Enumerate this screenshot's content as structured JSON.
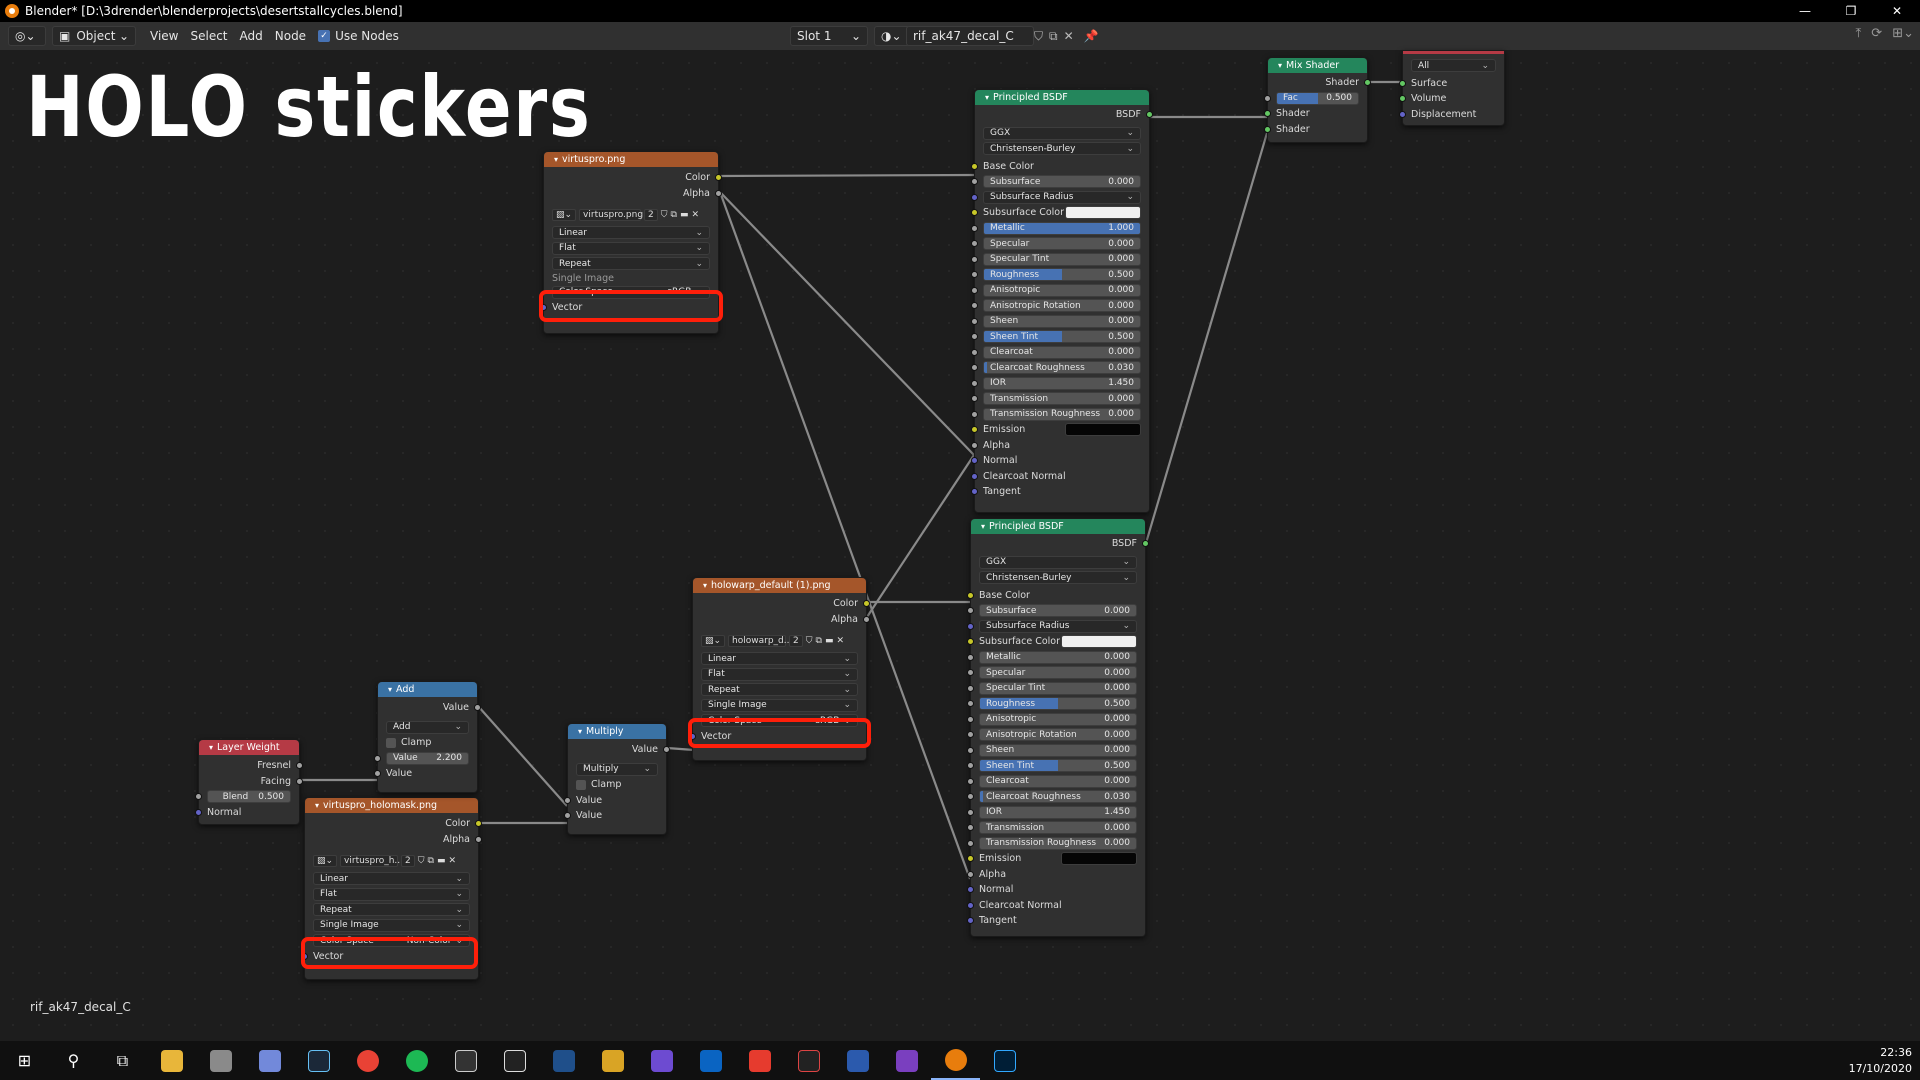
{
  "window": {
    "title": "Blender* [D:\\3drender\\blenderprojects\\desertstallcycles.blend]",
    "controls": [
      "—",
      "❐",
      "✕"
    ]
  },
  "header": {
    "mode": "Object",
    "menus": [
      "View",
      "Select",
      "Add",
      "Node"
    ],
    "use_nodes_label": "Use Nodes",
    "slot": "Slot 1",
    "material": "rif_ak47_decal_C"
  },
  "overlay_title": "HOLO stickers",
  "material_label": "rif_ak47_decal_C",
  "nodes": {
    "tex1": {
      "title": "virtuspro.png",
      "out_color": "Color",
      "out_alpha": "Alpha",
      "image": "virtuspro.png",
      "users": "2",
      "interp": "Linear",
      "proj": "Flat",
      "ext": "Repeat",
      "src_hidden": "Single Image",
      "cs_label": "Color Space",
      "cs_value": "sRGB",
      "vector": "Vector"
    },
    "tex2": {
      "title": "holowarp_default (1).png",
      "out_color": "Color",
      "out_alpha": "Alpha",
      "image": "holowarp_d...",
      "users": "2",
      "interp": "Linear",
      "proj": "Flat",
      "ext": "Repeat",
      "src": "Single Image",
      "cs_label": "Color Space",
      "cs_value": "sRGB",
      "vector": "Vector"
    },
    "tex3": {
      "title": "virtuspro_holomask.png",
      "out_color": "Color",
      "out_alpha": "Alpha",
      "image": "virtuspro_h...",
      "users": "2",
      "interp": "Linear",
      "proj": "Flat",
      "ext": "Repeat",
      "src": "Single Image",
      "cs_label": "Color Space",
      "cs_value": "Non-Color",
      "vector": "Vector"
    },
    "add": {
      "title": "Add",
      "out": "Value",
      "op": "Add",
      "clamp": "Clamp",
      "val_label": "Value",
      "val": "2.200",
      "in": "Value"
    },
    "multiply": {
      "title": "Multiply",
      "out": "Value",
      "op": "Multiply",
      "clamp": "Clamp",
      "in1": "Value",
      "in2": "Value"
    },
    "layer_weight": {
      "title": "Layer Weight",
      "fresnel": "Fresnel",
      "facing": "Facing",
      "blend_label": "Blend",
      "blend": "0.500",
      "normal": "Normal"
    },
    "mix": {
      "title": "Mix Shader",
      "out": "Shader",
      "fac_label": "Fac",
      "fac": "0.500",
      "in1": "Shader",
      "in2": "Shader"
    },
    "output": {
      "target": "All",
      "surface": "Surface",
      "volume": "Volume",
      "displacement": "Displacement"
    },
    "bsdf1": {
      "title": "Principled BSDF",
      "out": "BSDF",
      "dist": "GGX",
      "sss_method": "Christensen-Burley",
      "base_color": "Base Color",
      "fields": [
        {
          "label": "Subsurface",
          "value": "0.000"
        },
        {
          "label": "Subsurface Radius",
          "value": ""
        },
        {
          "label": "Subsurface Color",
          "value": ""
        },
        {
          "label": "Metallic",
          "value": "1.000"
        },
        {
          "label": "Specular",
          "value": "0.000"
        },
        {
          "label": "Specular Tint",
          "value": "0.000"
        },
        {
          "label": "Roughness",
          "value": "0.500"
        },
        {
          "label": "Anisotropic",
          "value": "0.000"
        },
        {
          "label": "Anisotropic Rotation",
          "value": "0.000"
        },
        {
          "label": "Sheen",
          "value": "0.000"
        },
        {
          "label": "Sheen Tint",
          "value": "0.500"
        },
        {
          "label": "Clearcoat",
          "value": "0.000"
        },
        {
          "label": "Clearcoat Roughness",
          "value": "0.030"
        },
        {
          "label": "IOR",
          "value": "1.450"
        },
        {
          "label": "Transmission",
          "value": "0.000"
        },
        {
          "label": "Transmission Roughness",
          "value": "0.000"
        },
        {
          "label": "Emission",
          "value": ""
        }
      ],
      "alpha": "Alpha",
      "normal": "Normal",
      "cc_normal": "Clearcoat Normal",
      "tangent": "Tangent"
    },
    "bsdf2": {
      "title": "Principled BSDF",
      "out": "BSDF",
      "dist": "GGX",
      "sss_method": "Christensen-Burley",
      "base_color": "Base Color",
      "fields": [
        {
          "label": "Subsurface",
          "value": "0.000"
        },
        {
          "label": "Subsurface Radius",
          "value": ""
        },
        {
          "label": "Subsurface Color",
          "value": ""
        },
        {
          "label": "Metallic",
          "value": "0.000"
        },
        {
          "label": "Specular",
          "value": "0.000"
        },
        {
          "label": "Specular Tint",
          "value": "0.000"
        },
        {
          "label": "Roughness",
          "value": "0.500"
        },
        {
          "label": "Anisotropic",
          "value": "0.000"
        },
        {
          "label": "Anisotropic Rotation",
          "value": "0.000"
        },
        {
          "label": "Sheen",
          "value": "0.000"
        },
        {
          "label": "Sheen Tint",
          "value": "0.500"
        },
        {
          "label": "Clearcoat",
          "value": "0.000"
        },
        {
          "label": "Clearcoat Roughness",
          "value": "0.030"
        },
        {
          "label": "IOR",
          "value": "1.450"
        },
        {
          "label": "Transmission",
          "value": "0.000"
        },
        {
          "label": "Transmission Roughness",
          "value": "0.000"
        },
        {
          "label": "Emission",
          "value": ""
        }
      ],
      "alpha": "Alpha",
      "normal": "Normal",
      "cc_normal": "Clearcoat Normal",
      "tangent": "Tangent"
    }
  },
  "taskbar": {
    "time": "22:36",
    "date": "17/10/2020"
  },
  "colors": {
    "texture_header": "#a5562a",
    "shader_header": "#24865c",
    "converter_header": "#3a72a4",
    "input_header": "#b53a45",
    "highlight": "#ff1f0a",
    "slider_fill": "#4772b3"
  }
}
